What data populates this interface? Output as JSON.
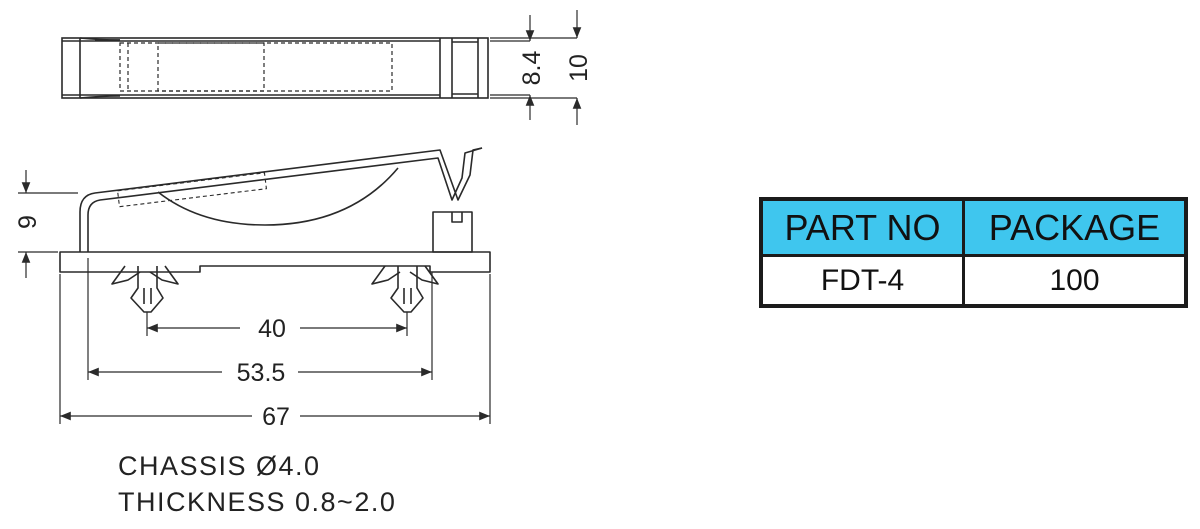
{
  "dimensions": {
    "top_view_inner_height": "8.4",
    "top_view_outer_height": "10",
    "side_view_height": "9",
    "pin_spacing": "40",
    "inner_length": "53.5",
    "overall_length": "67"
  },
  "specs": {
    "chassis": "CHASSIS Ø4.0",
    "thickness": "THICKNESS 0.8~2.0"
  },
  "table": {
    "headers": [
      "PART NO",
      "PACKAGE"
    ],
    "row": [
      "FDT-4",
      "100"
    ]
  },
  "colors": {
    "line": "#2a2a2a",
    "table_header": "#3fc6ee",
    "table_border": "#1b1b1b"
  }
}
